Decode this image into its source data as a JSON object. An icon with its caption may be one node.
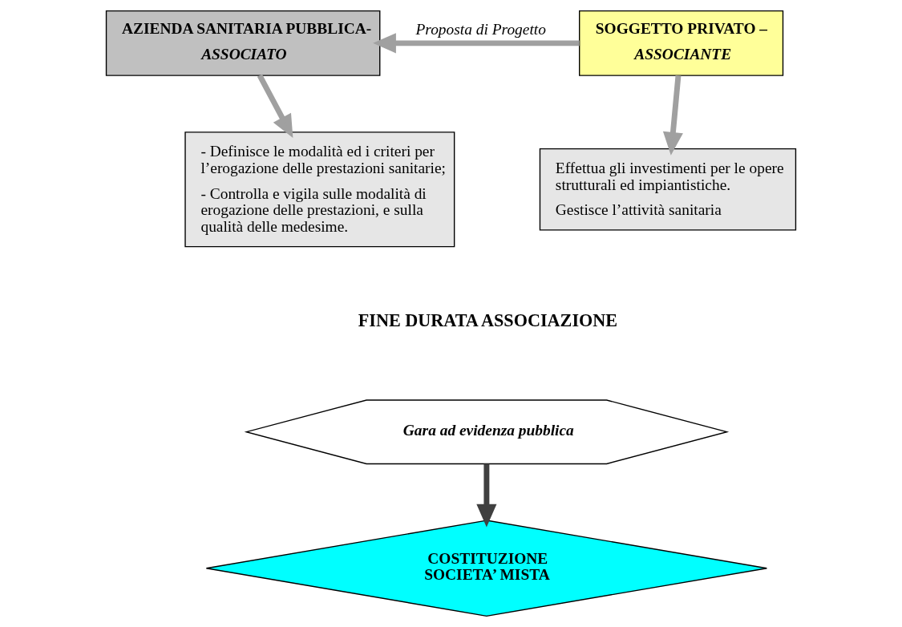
{
  "diagram": {
    "nodes": [
      {
        "text": [
          "AZIENDA SANITARIA PUBBLICA-",
          "ASSOCIATO"
        ]
      },
      {
        "text": [
          "SOGGETTO PRIVATO –",
          "ASSOCIANTE"
        ]
      },
      {
        "text": [
          "- Definisce le modalità ed i criteri per l’erogazione delle prestazioni sanitarie;",
          "- Controlla e vigila sulle modalità di erogazione delle prestazioni, e sulla qualità delle medesime."
        ]
      },
      {
        "text": [
          "Effettua gli investimenti per le opere strutturali ed impiantistiche.",
          "Gestisce l’attività sanitaria"
        ]
      },
      {
        "text": [
          "Gara ad evidenza pubblica"
        ]
      },
      {
        "text": [
          "COSTITUZIONE SOCIETA’ MISTA"
        ]
      }
    ],
    "edges": [
      {
        "from": 0,
        "to": 2,
        "arrow": "to"
      },
      {
        "from": 1,
        "to": 0,
        "arrow": "to",
        "label": "Proposta di Progetto"
      },
      {
        "from": 1,
        "to": 3,
        "arrow": "to"
      },
      {
        "from": 4,
        "to": 5,
        "arrow": "to",
        "color": "#404040"
      }
    ],
    "labels": [
      "FINE DURATA ASSOCIAZIONE"
    ]
  }
}
